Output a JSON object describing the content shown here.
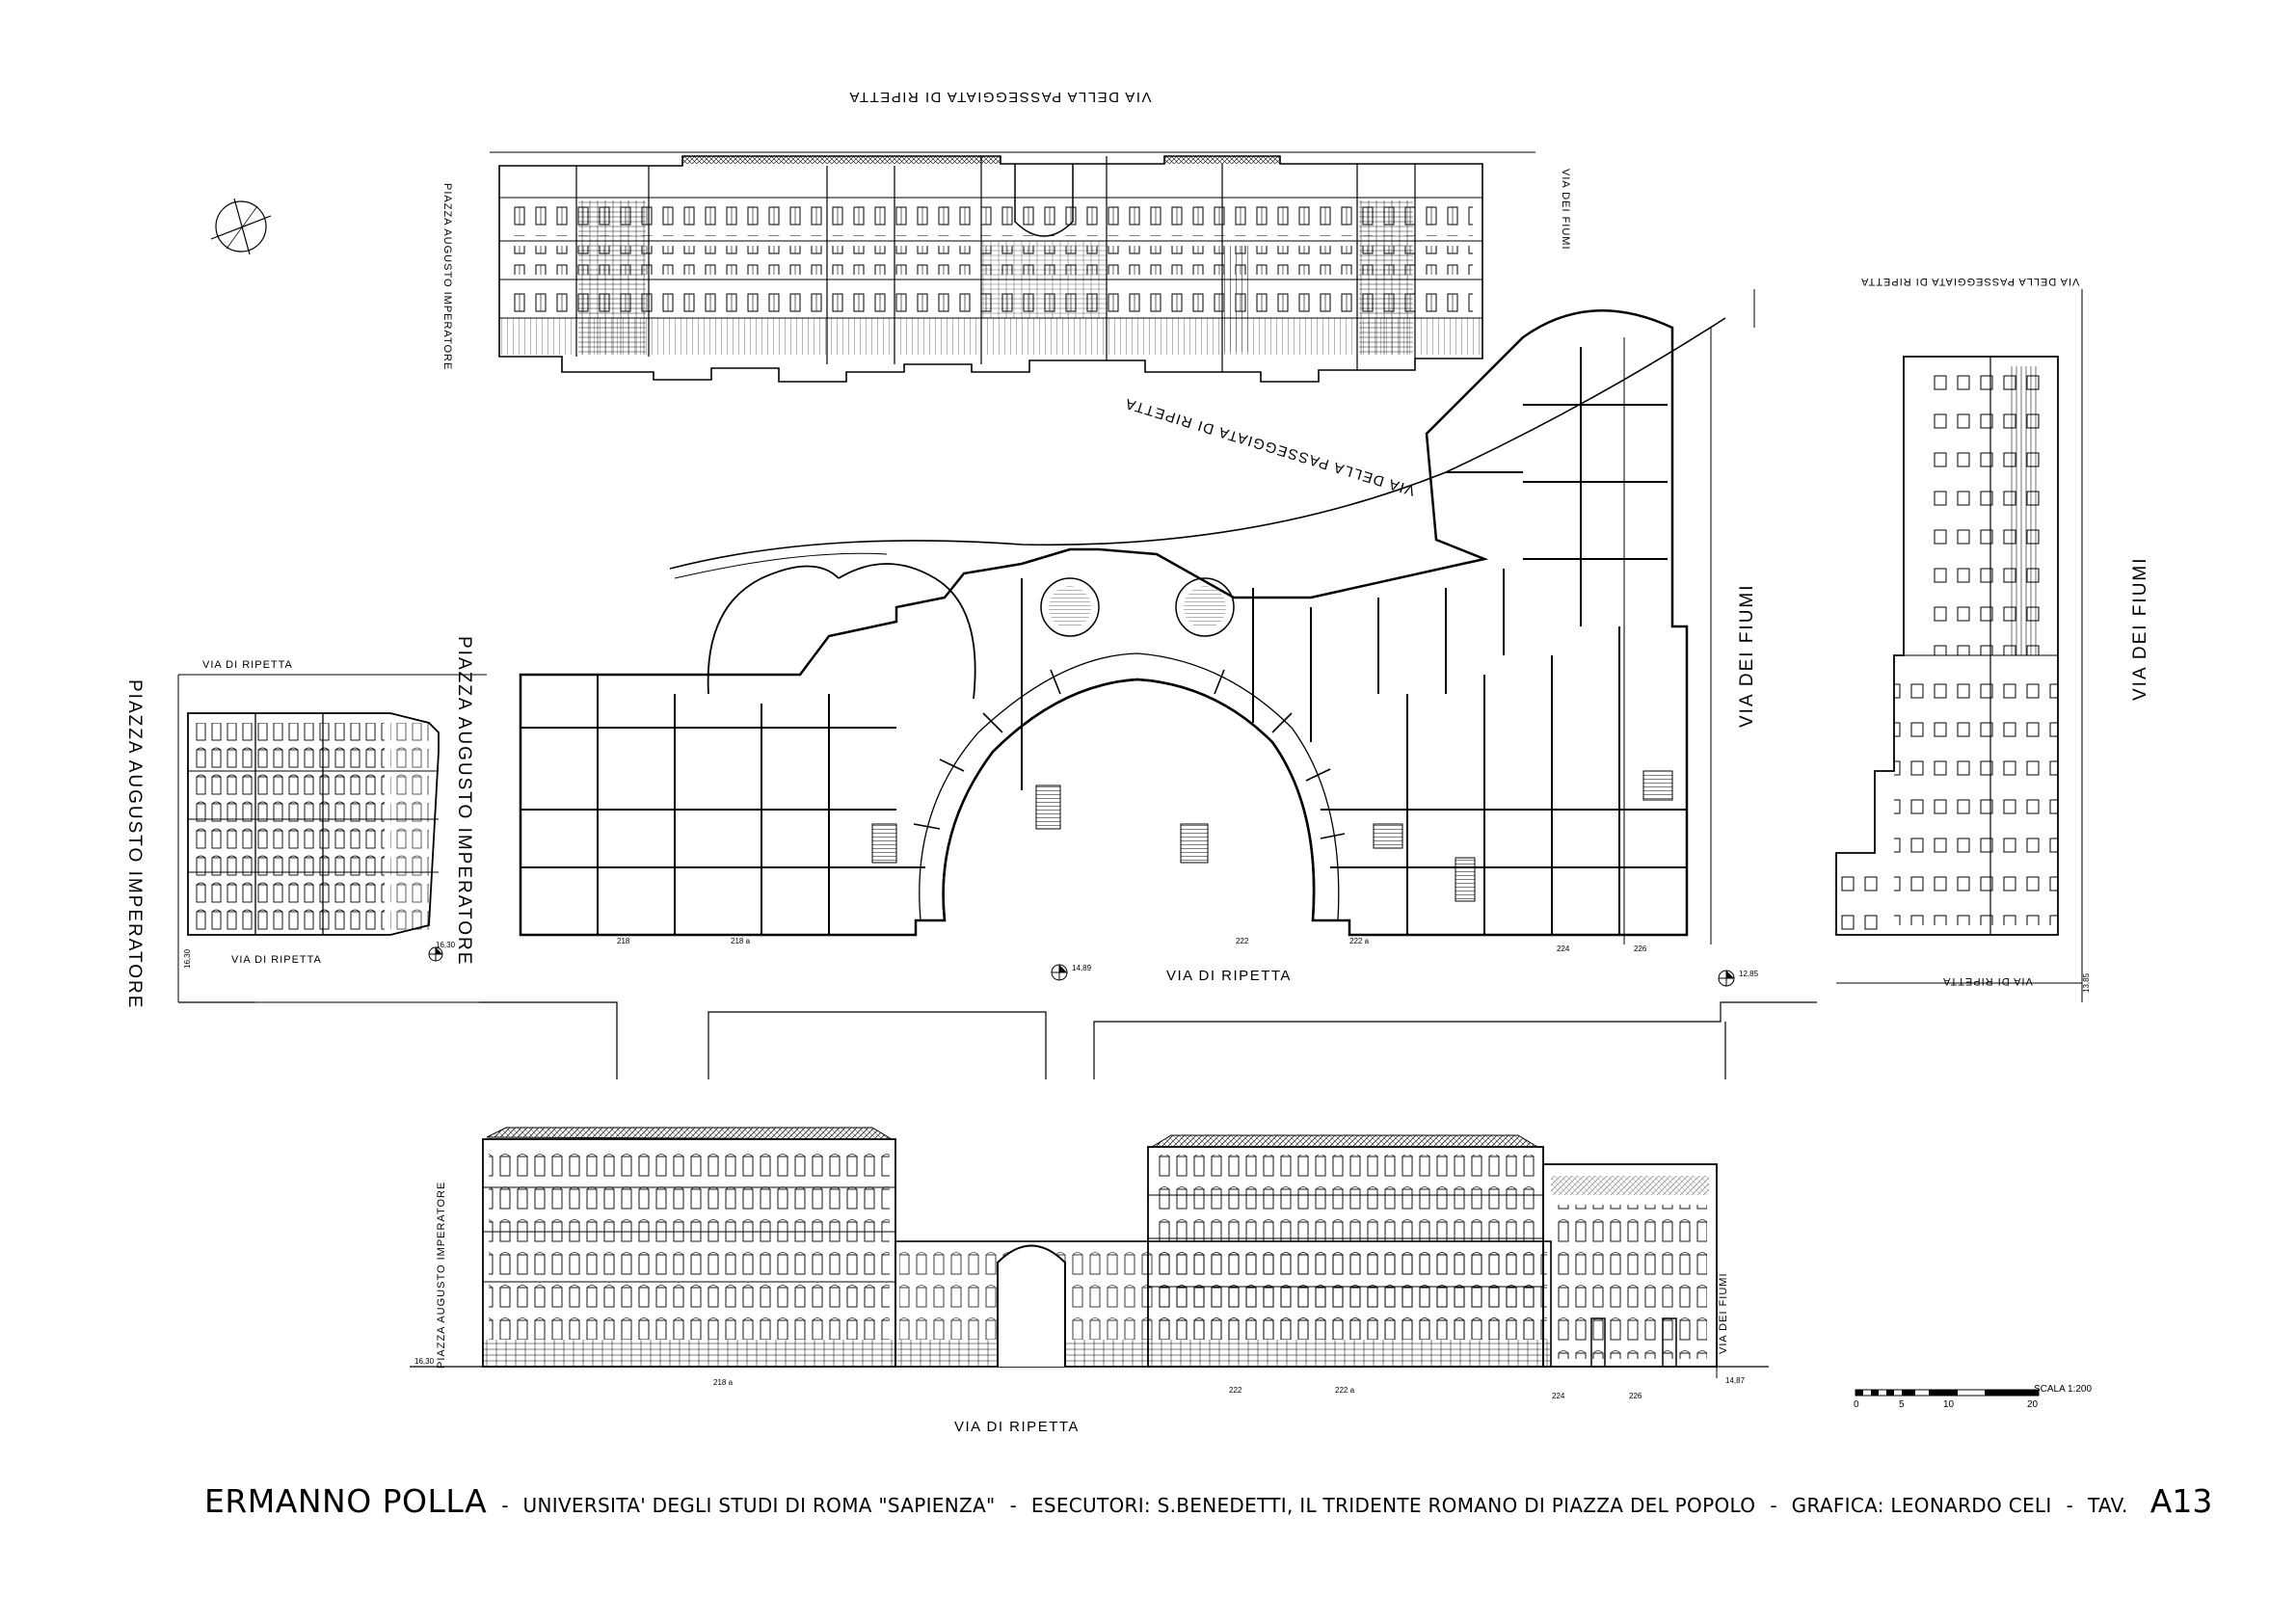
{
  "streets": {
    "top_elevation_title": "VIA DELLA PASSEGGIATA DI RIPETTA",
    "top_left_side": "PIAZZA AUGUSTO IMPERATORE",
    "top_right_side": "VIA DEI FIUMI",
    "plan_curve_label": "VIA DELLA PASSEGGIATA DI RIPETTA",
    "plan_left_label": "PIAZZA AUGUSTO IMPERATORE",
    "plan_right_label": "VIA DEI FIUMI",
    "plan_bottom_label": "VIA DI RIPETTA",
    "left_elev_top": "VIA DI RIPETTA",
    "left_elev_bottom": "VIA DI RIPETTA",
    "left_elev_side": "PIAZZA AUGUSTO IMPERATORE",
    "right_elev_top": "VIA DELLA PASSEGGIATA DI RIPETTA",
    "right_elev_bottom": "VIA DI RIPETTA",
    "right_elev_side": "VIA DEI FIUMI",
    "bottom_elev_title": "VIA DI RIPETTA",
    "bottom_left_side": "PIAZZA AUGUSTO IMPERATORE",
    "bottom_right_side": "VIA DEI FIUMI"
  },
  "civic_numbers": {
    "plan": [
      "218",
      "218 a",
      "222",
      "222 a",
      "224",
      "226"
    ],
    "bottom": [
      "218 a",
      "222",
      "222 a",
      "224",
      "226"
    ]
  },
  "levels": {
    "plan_left": "16,30",
    "plan_mid": "14,89",
    "plan_right": "12,85",
    "left_elev": "16,30",
    "right_elev": "13,85",
    "bottom_left": "16,30",
    "bottom_right": "14,87"
  },
  "scale_bar": {
    "label": "SCALA 1:200",
    "ticks": [
      "0",
      "5",
      "10",
      "20"
    ]
  },
  "footer": {
    "author": "ERMANNO POLLA",
    "separator": "-",
    "university": "UNIVERSITA' DEGLI STUDI DI ROMA \"SAPIENZA\"",
    "executors": "ESECUTORI: S.BENEDETTI, IL TRIDENTE ROMANO DI PIAZZA DEL POPOLO",
    "graphics": "GRAFICA: LEONARDO CELI",
    "tav_label": "TAV.",
    "tav_code": "A13"
  }
}
